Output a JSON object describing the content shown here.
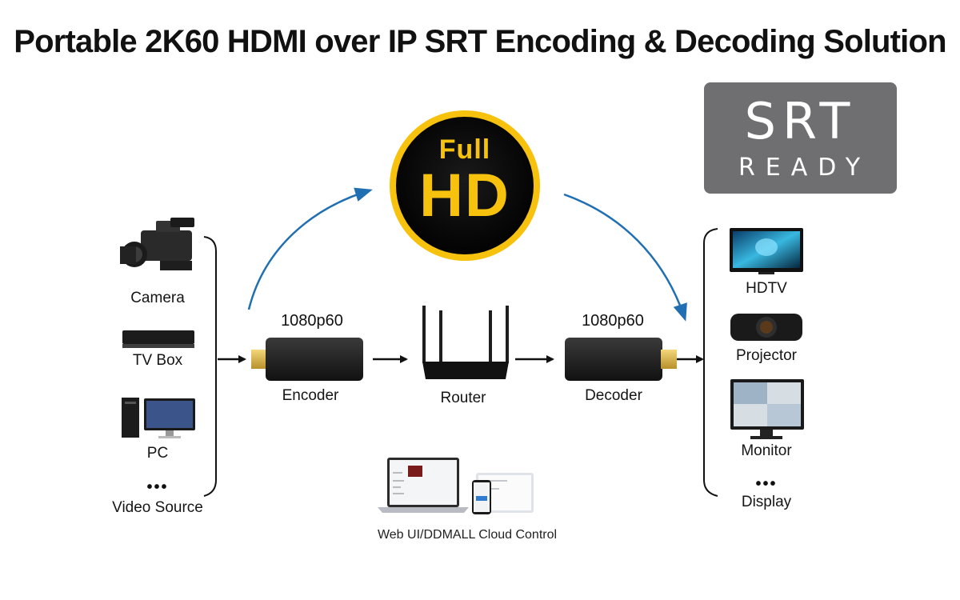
{
  "title": "Portable 2K60 HDMI over IP SRT Encoding & Decoding Solution",
  "badge_fullhd": {
    "line1": "Full",
    "line2": "HD"
  },
  "badge_srt": {
    "line1": "SRT",
    "line2": "READY"
  },
  "sources": {
    "items": [
      "Camera",
      "TV Box",
      "PC"
    ],
    "more_symbol": "•••",
    "more_label": "Video Source"
  },
  "pipeline": {
    "encoder": {
      "label": "Encoder",
      "resolution": "1080p60"
    },
    "router": {
      "label": "Router"
    },
    "decoder": {
      "label": "Decoder",
      "resolution": "1080p60"
    }
  },
  "displays": {
    "items": [
      "HDTV",
      "Projector",
      "Monitor"
    ],
    "more_symbol": "•••",
    "more_label": "Display"
  },
  "control": {
    "label": "Web UI/DDMALL Cloud Control"
  },
  "colors": {
    "accent_blue": "#1f6fb2",
    "hd_yellow": "#f6c20e",
    "hd_black": "#111111",
    "srt_gray": "#6f6f71"
  }
}
